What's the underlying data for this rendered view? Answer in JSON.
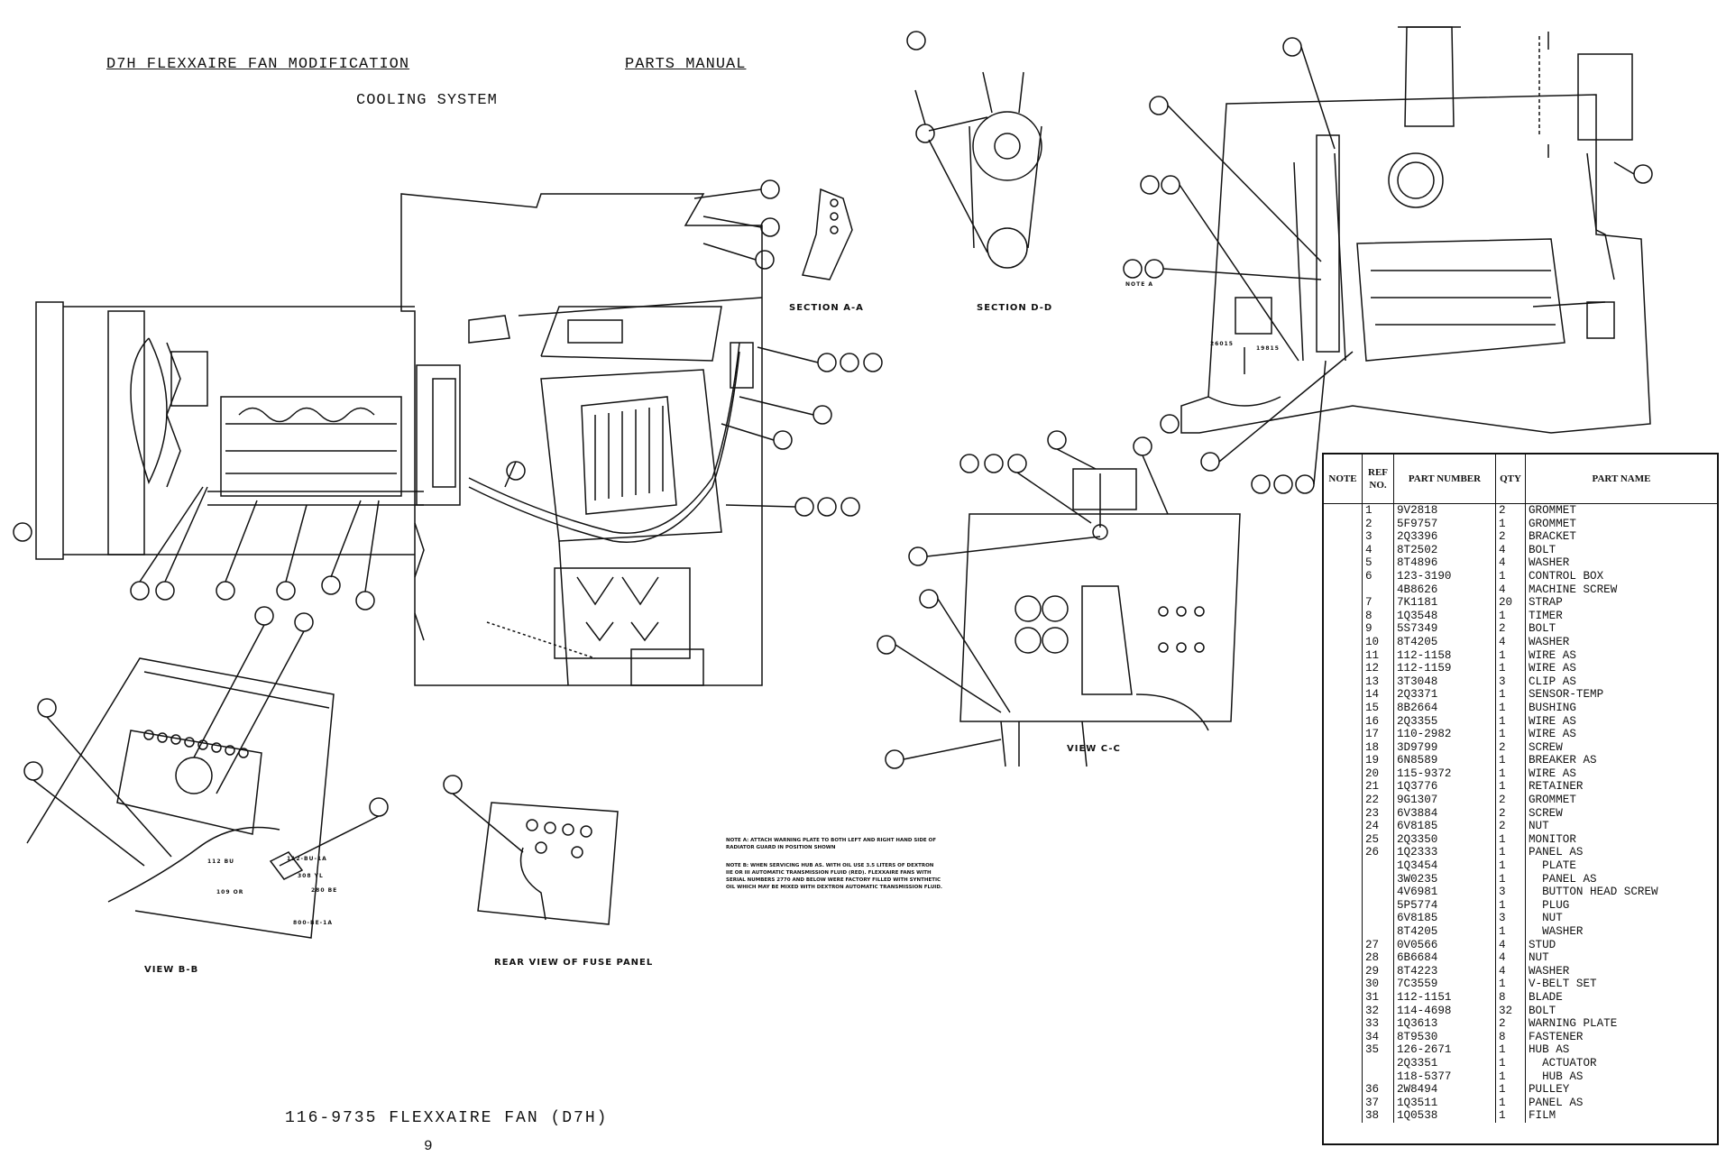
{
  "header": {
    "left": "D7H FLEXXAIRE FAN MODIFICATION",
    "right": "PARTS MANUAL",
    "subtitle": "COOLING SYSTEM"
  },
  "labels": {
    "section_aa": "SECTION A-A",
    "section_dd": "SECTION D-D",
    "view_bb": "VIEW B-B",
    "view_cc": "VIEW C-C",
    "rear_view": "REAR VIEW OF FUSE PANEL",
    "note_a_tag": "NOTE A",
    "dim1": "26015",
    "dim2": "19815",
    "wire_112": "112 BU",
    "wire_112c": "112-BU-1A",
    "wire_308": "308 YL",
    "wire_109": "109 OR",
    "wire_280": "280 BE",
    "wire_800": "800-BE-1A"
  },
  "notes": {
    "note_a": "NOTE A: ATTACH WARNING PLATE TO BOTH LEFT AND RIGHT HAND SIDE OF RADIATOR GUARD IN POSITION SHOWN",
    "note_b": "NOTE B: WHEN SERVICING HUB AS. WITH OIL USE 3.5 LITERS OF DEXTRON IIE OR III AUTOMATIC TRANSMISSION FLUID (RED). FLEXXAIRE FANS WITH SERIAL NUMBERS 2770 AND BELOW WERE FACTORY FILLED WITH SYNTHETIC OIL WHICH MAY BE MIXED WITH DEXTRON AUTOMATIC TRANSMISSION FLUID."
  },
  "footer": {
    "title": "116-9735 FLEXXAIRE FAN (D7H)",
    "page": "9"
  },
  "table": {
    "headers": {
      "note": "NOTE",
      "ref": "REF NO.",
      "part": "PART NUMBER",
      "qty": "QTY",
      "name": "PART NAME"
    },
    "rows": [
      [
        "",
        "1",
        "9V2818",
        "2",
        "GROMMET"
      ],
      [
        "",
        "2",
        "5F9757",
        "1",
        "GROMMET"
      ],
      [
        "",
        "3",
        "2Q3396",
        "2",
        "BRACKET"
      ],
      [
        "",
        "4",
        "8T2502",
        "4",
        "BOLT"
      ],
      [
        "",
        "5",
        "8T4896",
        "4",
        "WASHER"
      ],
      [
        "",
        "6",
        "123-3190",
        "1",
        "CONTROL BOX"
      ],
      [
        "",
        "",
        "4B8626",
        "4",
        "MACHINE SCREW"
      ],
      [
        "",
        "7",
        "7K1181",
        "20",
        "STRAP"
      ],
      [
        "",
        "8",
        "1Q3548",
        "1",
        "TIMER"
      ],
      [
        "",
        "9",
        "5S7349",
        "2",
        "BOLT"
      ],
      [
        "",
        "10",
        "8T4205",
        "4",
        "WASHER"
      ],
      [
        "",
        "11",
        "112-1158",
        "1",
        "WIRE AS"
      ],
      [
        "",
        "12",
        "112-1159",
        "1",
        "WIRE AS"
      ],
      [
        "",
        "13",
        "3T3048",
        "3",
        "CLIP AS"
      ],
      [
        "",
        "14",
        "2Q3371",
        "1",
        "SENSOR-TEMP"
      ],
      [
        "",
        "15",
        "8B2664",
        "1",
        "BUSHING"
      ],
      [
        "",
        "16",
        "2Q3355",
        "1",
        "WIRE AS"
      ],
      [
        "",
        "17",
        "110-2982",
        "1",
        "WIRE AS"
      ],
      [
        "",
        "18",
        "3D9799",
        "2",
        "SCREW"
      ],
      [
        "",
        "19",
        "6N8589",
        "1",
        "BREAKER AS"
      ],
      [
        "",
        "20",
        "115-9372",
        "1",
        "WIRE AS"
      ],
      [
        "",
        "21",
        "1Q3776",
        "1",
        "RETAINER"
      ],
      [
        "",
        "22",
        "9G1307",
        "2",
        "GROMMET"
      ],
      [
        "",
        "23",
        "6V3884",
        "2",
        "SCREW"
      ],
      [
        "",
        "24",
        "6V8185",
        "2",
        "NUT"
      ],
      [
        "",
        "25",
        "2Q3350",
        "1",
        "MONITOR"
      ],
      [
        "",
        "26",
        "1Q2333",
        "1",
        "PANEL AS"
      ],
      [
        "",
        "",
        "1Q3454",
        "1",
        "  PLATE"
      ],
      [
        "",
        "",
        "3W0235",
        "1",
        "  PANEL AS"
      ],
      [
        "",
        "",
        "4V6981",
        "3",
        "  BUTTON HEAD SCREW"
      ],
      [
        "",
        "",
        "5P5774",
        "1",
        "  PLUG"
      ],
      [
        "",
        "",
        "6V8185",
        "3",
        "  NUT"
      ],
      [
        "",
        "",
        "8T4205",
        "1",
        "  WASHER"
      ],
      [
        "",
        "27",
        "0V0566",
        "4",
        "STUD"
      ],
      [
        "",
        "28",
        "6B6684",
        "4",
        "NUT"
      ],
      [
        "",
        "29",
        "8T4223",
        "4",
        "WASHER"
      ],
      [
        "",
        "30",
        "7C3559",
        "1",
        "V-BELT SET"
      ],
      [
        "",
        "31",
        "112-1151",
        "8",
        "BLADE"
      ],
      [
        "",
        "32",
        "114-4698",
        "32",
        "BOLT"
      ],
      [
        "",
        "33",
        "1Q3613",
        "2",
        "WARNING PLATE"
      ],
      [
        "",
        "34",
        "8T9530",
        "8",
        "FASTENER"
      ],
      [
        "",
        "35",
        "126-2671",
        "1",
        "HUB AS"
      ],
      [
        "",
        "",
        "2Q3351",
        "1",
        "  ACTUATOR"
      ],
      [
        "",
        "",
        "118-5377",
        "1",
        "  HUB AS"
      ],
      [
        "",
        "36",
        "2W8494",
        "1",
        "PULLEY"
      ],
      [
        "",
        "37",
        "1Q3511",
        "1",
        "PANEL AS"
      ],
      [
        "",
        "38",
        "1Q0538",
        "1",
        "FILM"
      ]
    ]
  }
}
